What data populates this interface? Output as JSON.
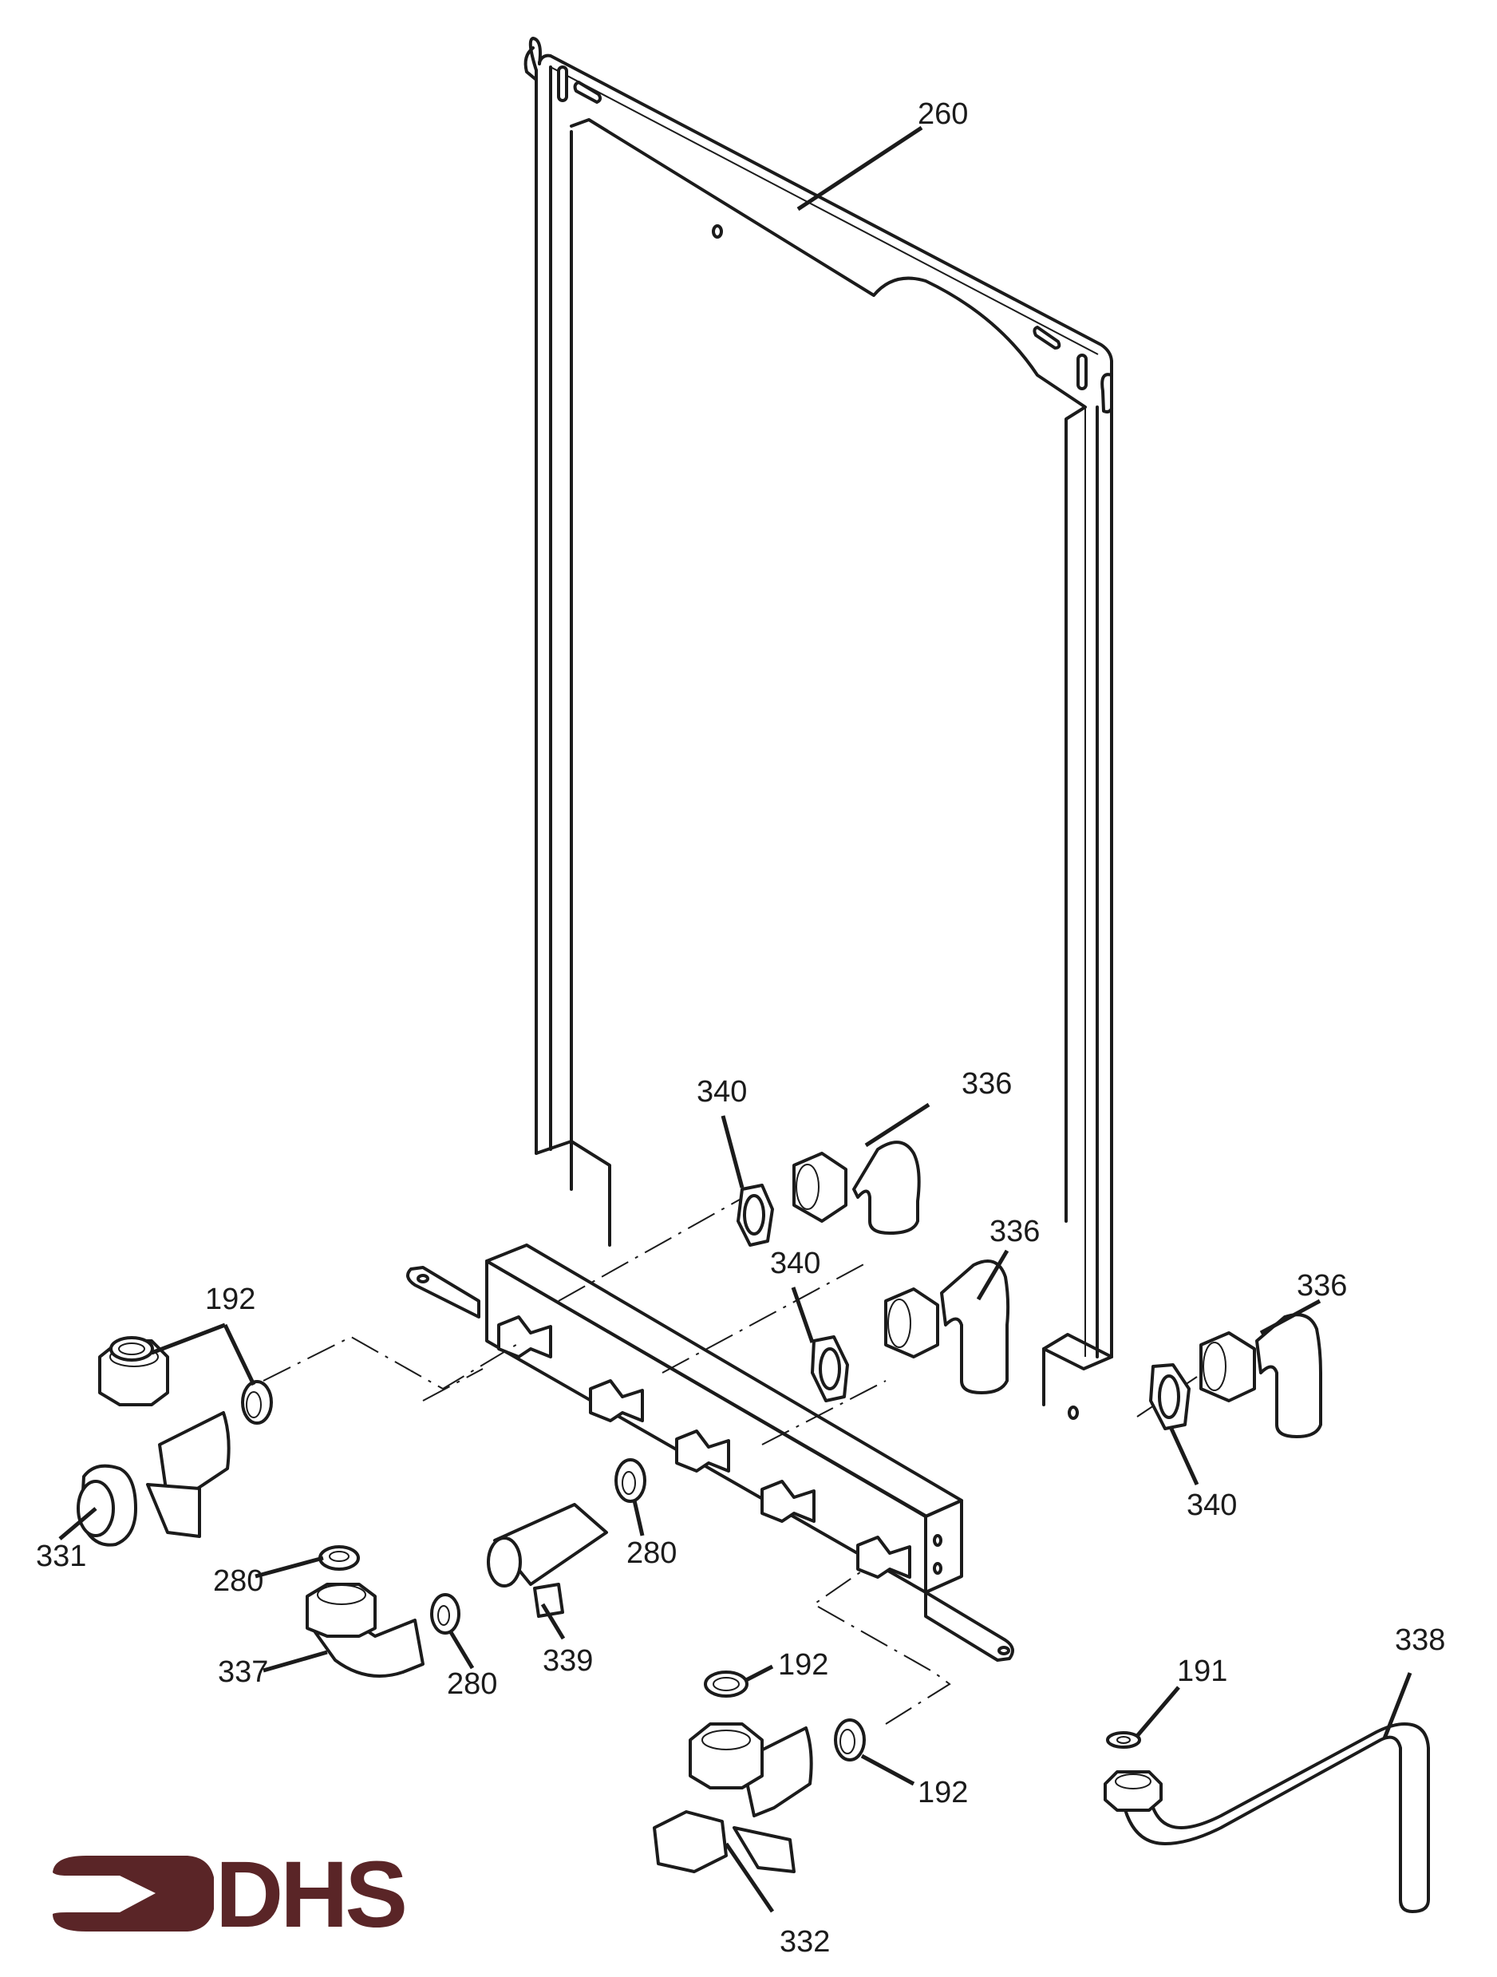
{
  "diagram": {
    "title": "Boiler wall-mounting frame and connection kit – exploded parts view",
    "line_color": "#1b1b1b",
    "background": "#ffffff"
  },
  "labels": {
    "frame": "260",
    "washer_340_top": "340",
    "elbow_336_top": "336",
    "washer_340_mid": "340",
    "elbow_336_mid": "336",
    "elbow_336_right": "336",
    "washer_340_right": "340",
    "seal_192_left": "192",
    "valve_331": "331",
    "washer_280_upper": "280",
    "elbow_337": "337",
    "washer_280_lower": "280",
    "valve_339": "339",
    "washer_280_right": "280",
    "seal_192_bottom_top": "192",
    "seal_192_bottom_right": "192",
    "valve_332": "332",
    "washer_191": "191",
    "pipe_338": "338"
  },
  "logo": {
    "text": "DHS",
    "color": "#5a2527",
    "icon": "arrow-right-icon"
  }
}
